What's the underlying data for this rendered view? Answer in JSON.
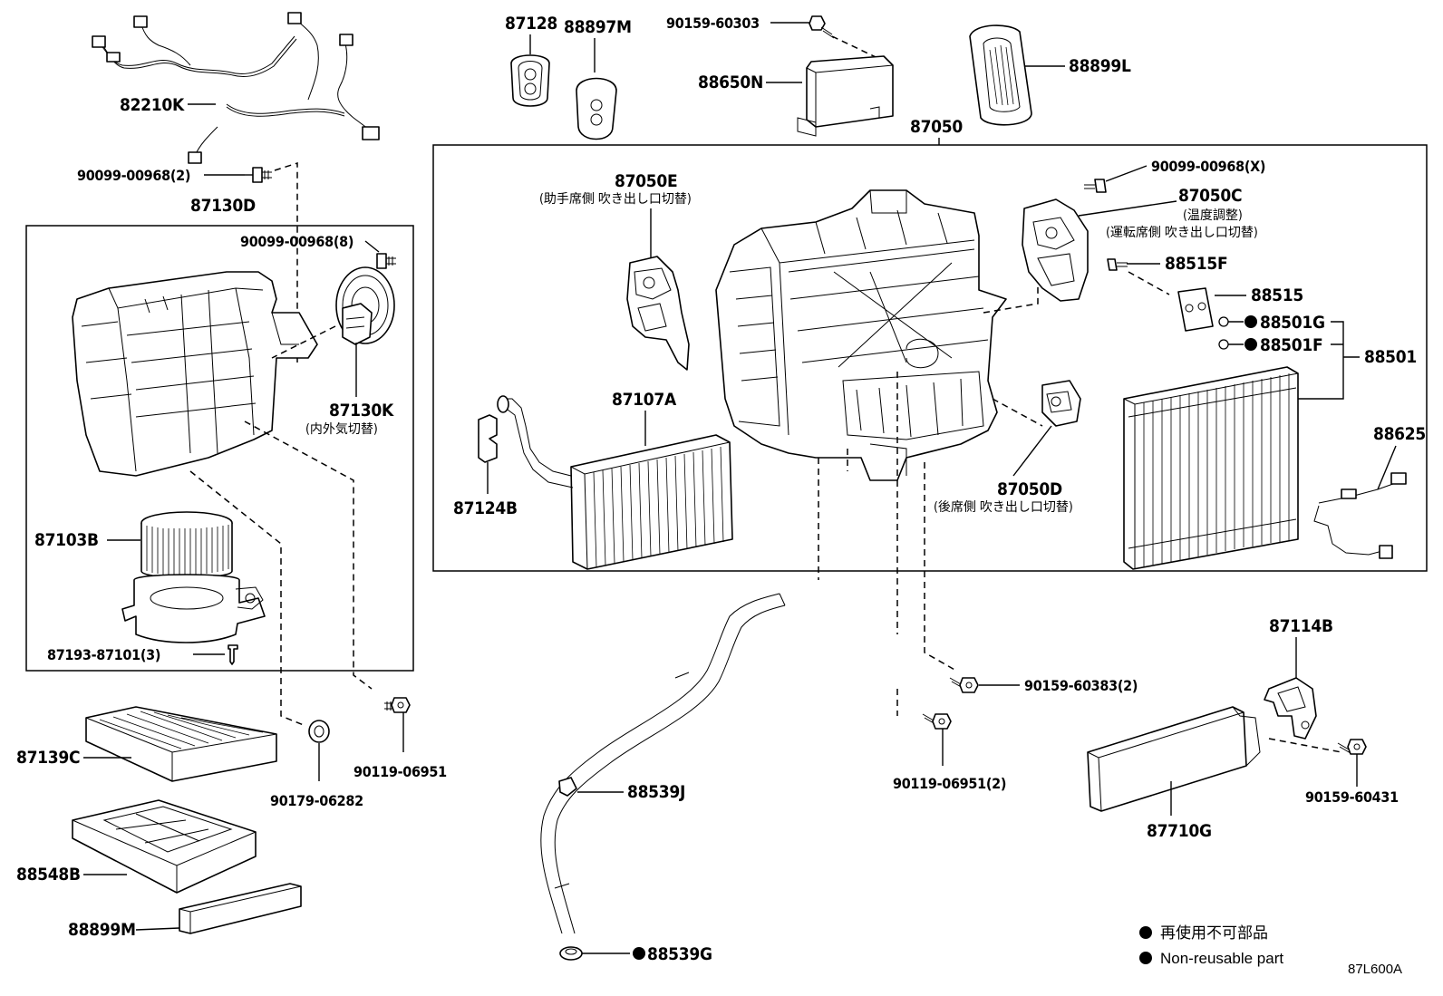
{
  "diagram_code": "87L600A",
  "legend": {
    "jp": "再使用不可部品",
    "en": "Non-reusable part"
  },
  "parts": {
    "p82210K": "82210K",
    "p90099_00968_2": "90099-00968(2)",
    "p87130D": "87130D",
    "p90099_00968_8": "90099-00968(8)",
    "p87130K": "87130K",
    "p87130K_jp": "(内外気切替)",
    "p87103B": "87103B",
    "p87193_87101_3": "87193-87101(3)",
    "p87139C": "87139C",
    "p90179_06282": "90179-06282",
    "p90119_06951": "90119-06951",
    "p88548B": "88548B",
    "p88899M": "88899M",
    "p87128": "87128",
    "p88897M": "88897M",
    "p90159_60303": "90159-60303",
    "p88650N": "88650N",
    "p88899L": "88899L",
    "p87050": "87050",
    "p87050E": "87050E",
    "p87050E_jp": "(助手席側 吹き出し口切替)",
    "p90099_00968_X": "90099-00968(X)",
    "p87050C": "87050C",
    "p87050C_jp1": "(温度調整)",
    "p87050C_jp2": "(運転席側 吹き出し口切替)",
    "p88515F": "88515F",
    "p88515": "88515",
    "p88501G": "88501G",
    "p88501F": "88501F",
    "p88501": "88501",
    "p87107A": "87107A",
    "p87124B": "87124B",
    "p88625": "88625",
    "p87050D": "87050D",
    "p87050D_jp": "(後席側 吹き出し口切替)",
    "p90159_60383_2": "90159-60383(2)",
    "p90119_06951_2": "90119-06951(2)",
    "p88539J": "88539J",
    "p88539G": "88539G",
    "p87114B": "87114B",
    "p90159_60431": "90159-60431",
    "p87710G": "87710G"
  }
}
